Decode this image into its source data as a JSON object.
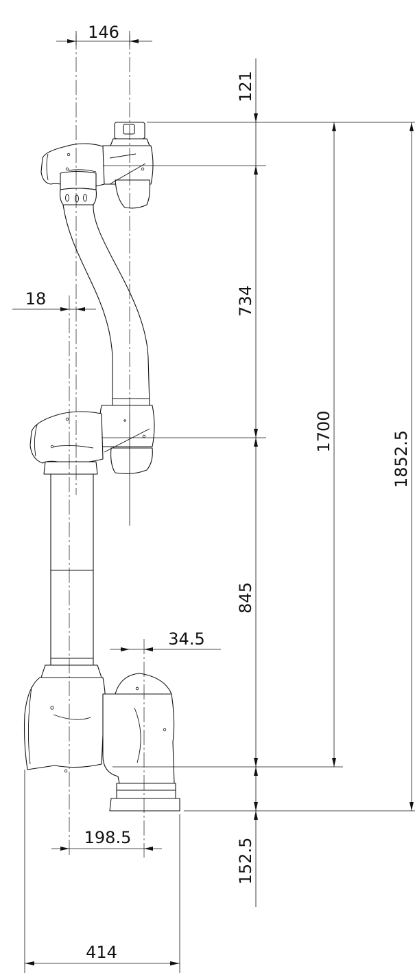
{
  "dimensions": {
    "top_width": "146",
    "flange_offset": "121",
    "upper_arm_offset": "18",
    "upper_link": "734",
    "reach_height": "1700",
    "total_height": "1852.5",
    "lower_link": "845",
    "wrist_offset": "34.5",
    "base_height": "152.5",
    "base_half_width": "198.5",
    "base_width": "414"
  },
  "drawing": {
    "line_color": "#111111",
    "background": "#ffffff"
  }
}
